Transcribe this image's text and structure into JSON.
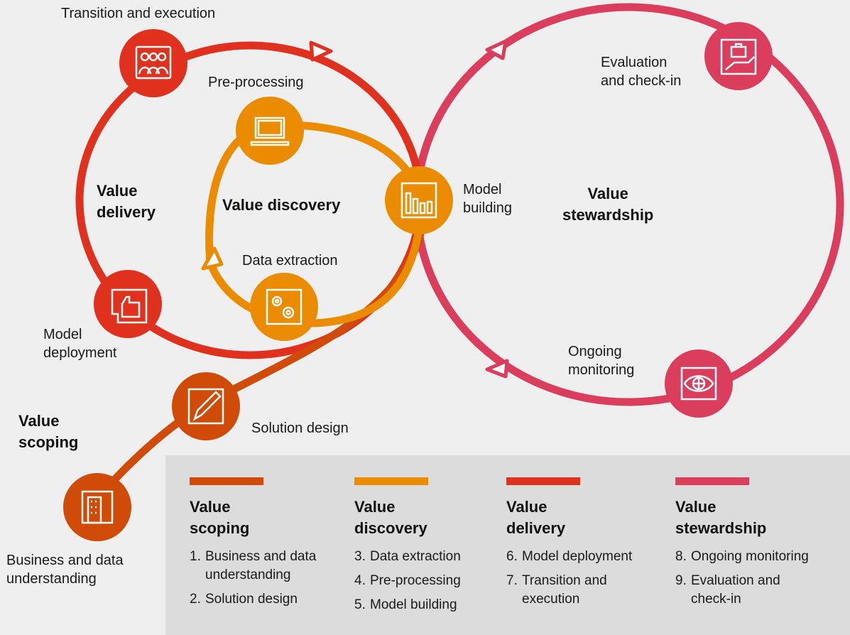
{
  "colors": {
    "scoping": "#d04a08",
    "discovery": "#eb8c00",
    "delivery": "#e0301e",
    "stewardship": "#db3d5c"
  },
  "steps": {
    "transition": {
      "label": "Transition and execution",
      "icon": "meeting-icon"
    },
    "preprocessing": {
      "label": "Pre-processing",
      "icon": "laptop-icon"
    },
    "model_building": {
      "label": "Model\nbuilding",
      "icon": "bar-chart-icon"
    },
    "data_extraction": {
      "label": "Data extraction",
      "icon": "gears-icon"
    },
    "model_deployment": {
      "label": "Model\ndeployment",
      "icon": "thumbs-up-icon"
    },
    "solution_design": {
      "label": "Solution design",
      "icon": "pencil-icon"
    },
    "business_understanding": {
      "label": "Business and data\nunderstanding",
      "icon": "building-icon"
    },
    "evaluation": {
      "label": "Evaluation\nand check-in",
      "icon": "briefcase-hand-icon"
    },
    "ongoing_monitoring": {
      "label": "Ongoing\nmonitoring",
      "icon": "eye-icon"
    }
  },
  "phases": {
    "delivery": "Value\ndelivery",
    "discovery": "Value discovery",
    "stewardship": "Value\nstewardship",
    "scoping": "Value\nscoping"
  },
  "legend": [
    {
      "title": "Value\nscoping",
      "items": [
        {
          "num": "1.",
          "text": "Business and data\nunderstanding"
        },
        {
          "num": "2.",
          "text": "Solution design"
        }
      ]
    },
    {
      "title": "Value\ndiscovery",
      "items": [
        {
          "num": "3.",
          "text": "Data extraction"
        },
        {
          "num": "4.",
          "text": "Pre-processing"
        },
        {
          "num": "5.",
          "text": "Model building"
        }
      ]
    },
    {
      "title": "Value\ndelivery",
      "items": [
        {
          "num": "6.",
          "text": "Model deployment"
        },
        {
          "num": "7.",
          "text": "Transition and\nexecution"
        }
      ]
    },
    {
      "title": "Value\nstewardship",
      "items": [
        {
          "num": "8.",
          "text": "Ongoing monitoring"
        },
        {
          "num": "9.",
          "text": "Evaluation and\ncheck-in"
        }
      ]
    }
  ]
}
